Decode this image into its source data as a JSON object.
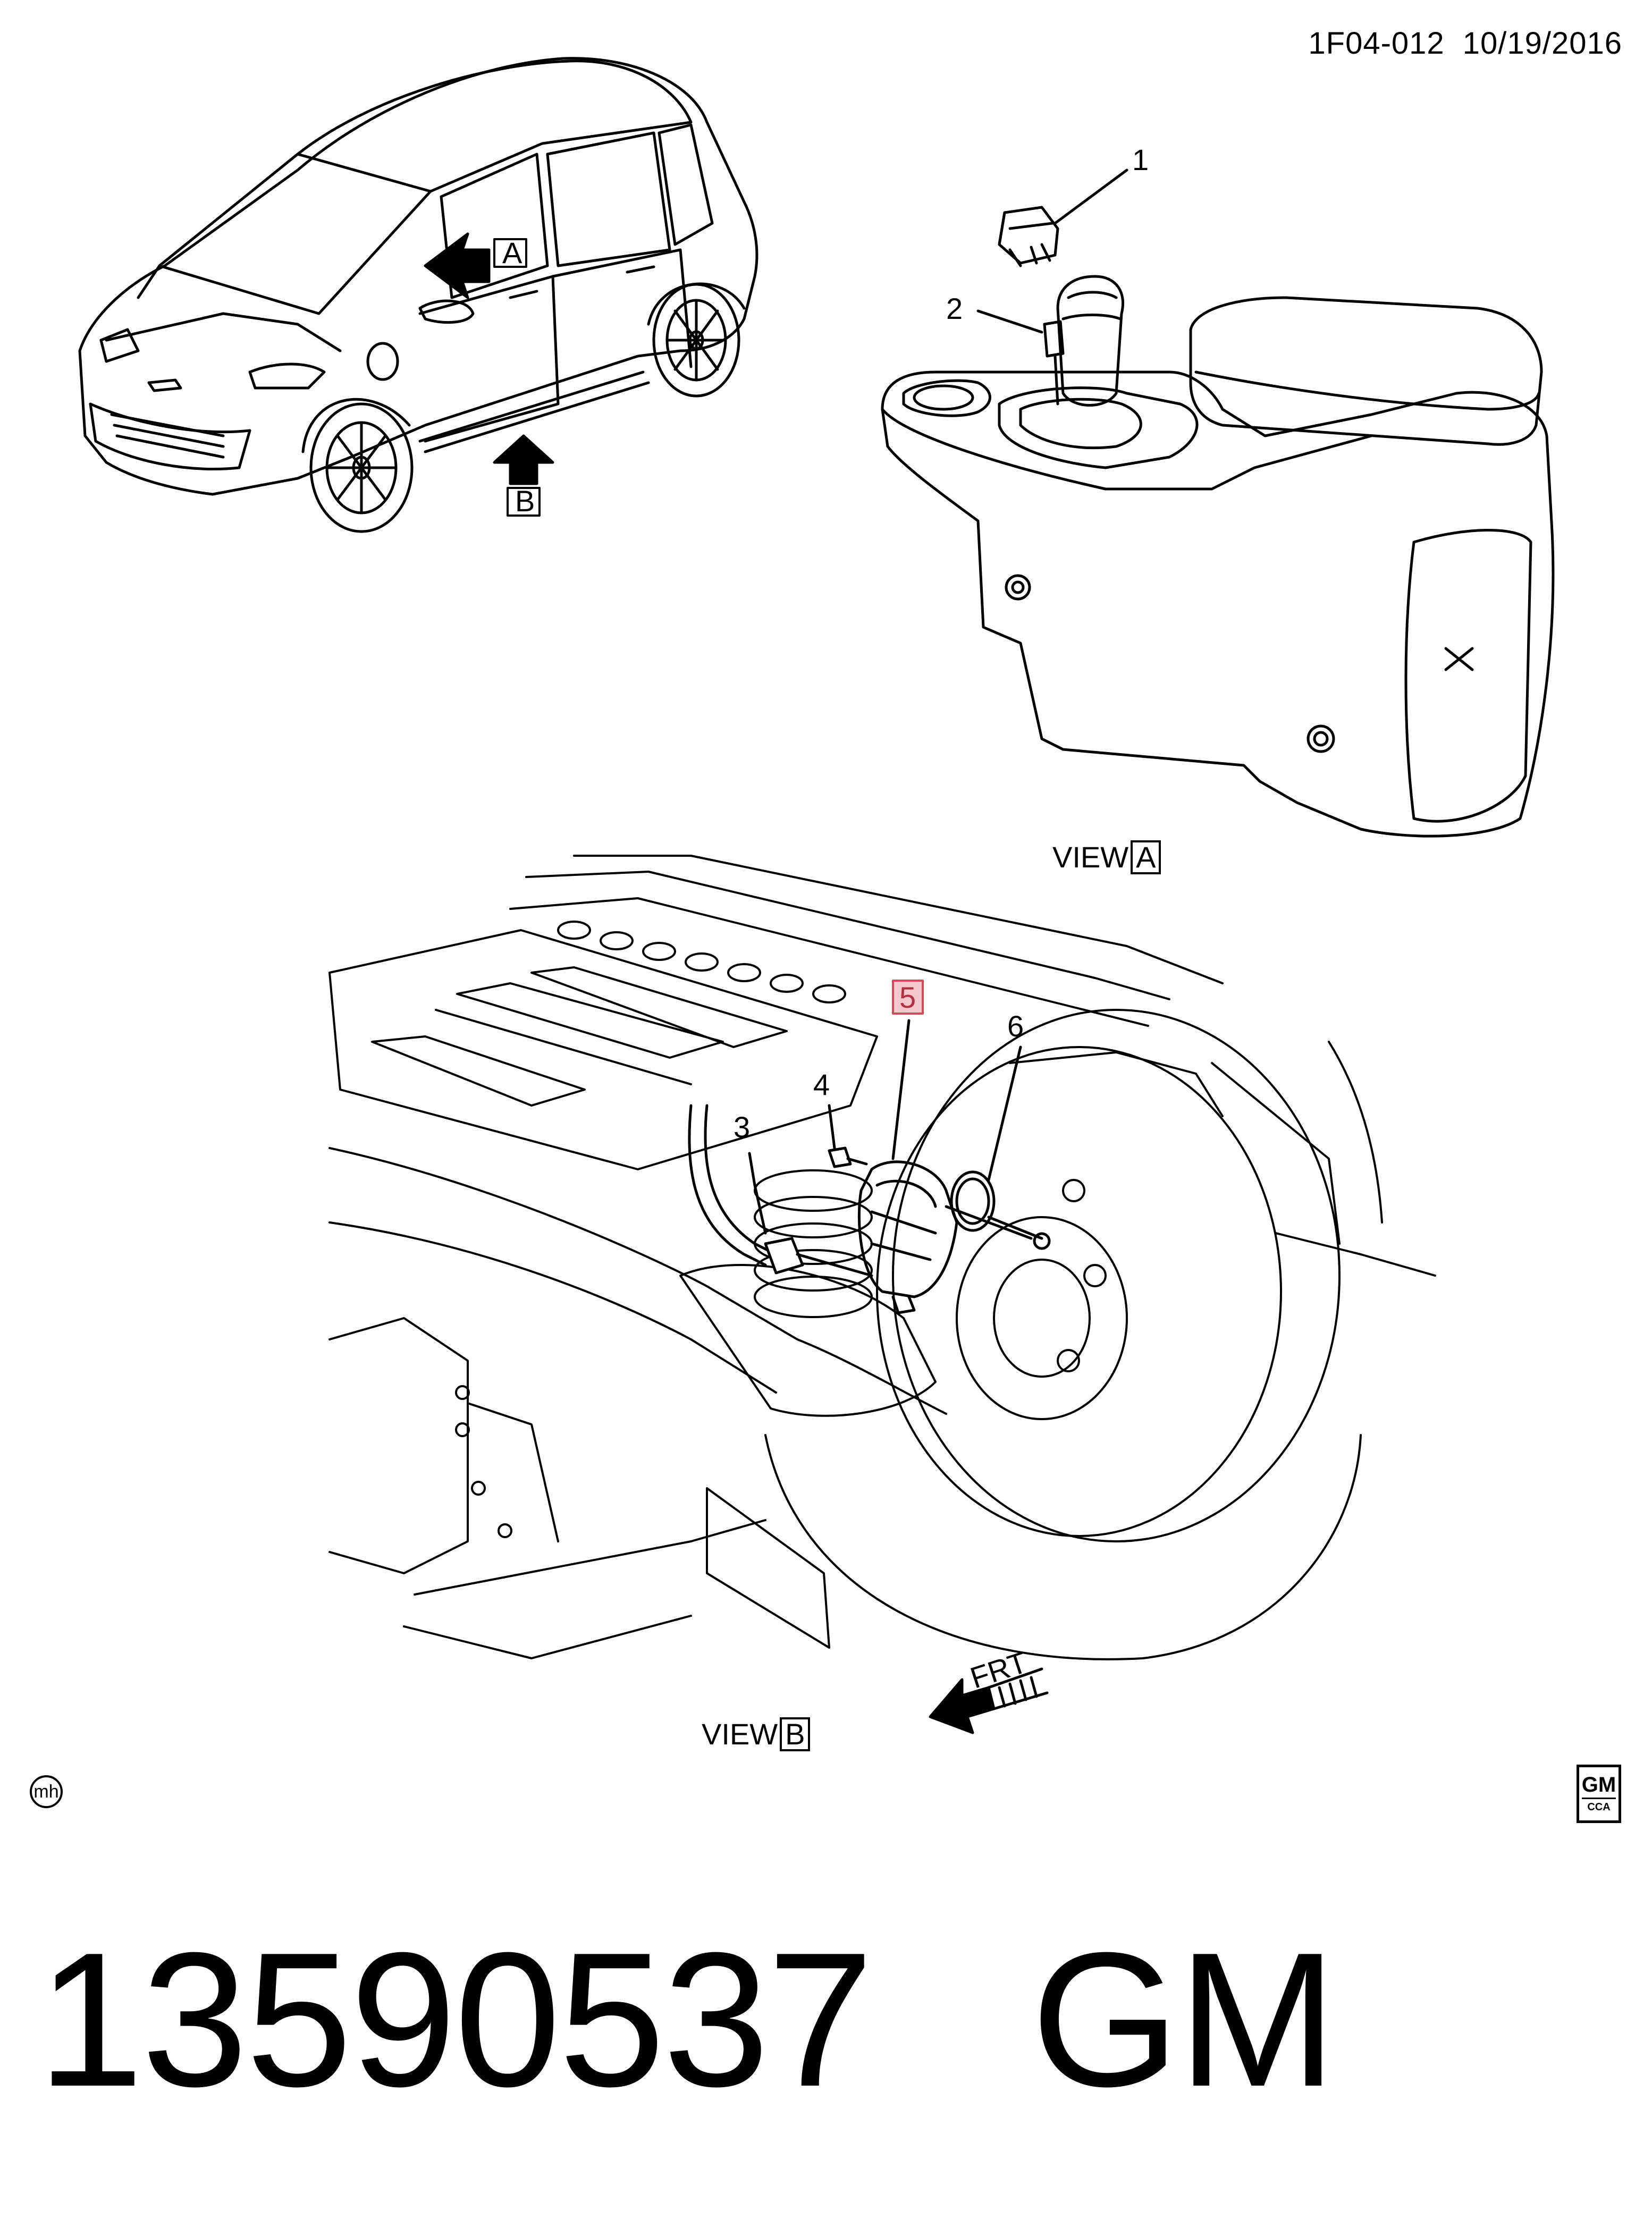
{
  "header": {
    "drawing_code": "1F04-012",
    "date": "10/19/2016"
  },
  "callouts": [
    {
      "number": "1"
    },
    {
      "number": "2"
    },
    {
      "number": "3"
    },
    {
      "number": "4"
    },
    {
      "number": "5",
      "highlight_color": "#e8a0a8"
    },
    {
      "number": "6"
    }
  ],
  "view_refs": {
    "a_marker": "A",
    "b_marker": "B",
    "view_a_word": "VIEW",
    "view_a_box": "A",
    "view_b_word": "VIEW",
    "view_b_box": "B"
  },
  "front_indicator": "FRT",
  "footer": {
    "part_number": "13590537",
    "brand": "GM",
    "mh_logo_text": "mh",
    "gm_logo_text": "GM",
    "gm_logo_sub": "CCA"
  }
}
